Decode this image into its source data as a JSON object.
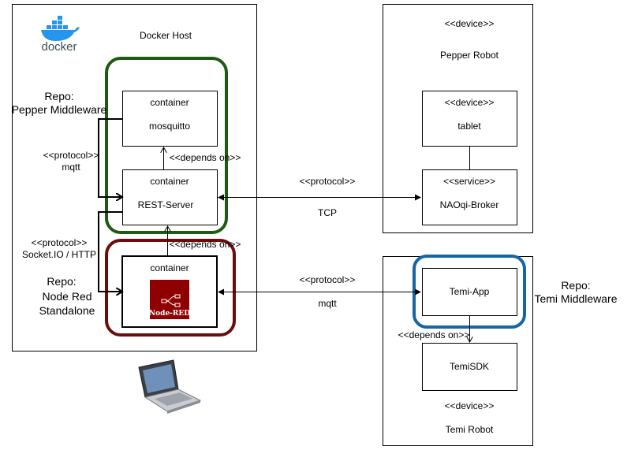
{
  "docker_host": {
    "title": "Docker Host",
    "logo_text": "docker"
  },
  "pepper_middleware": {
    "repo_line1": "Repo:",
    "repo_line2": "Pepper Middleware",
    "mosquitto": {
      "line1": "container",
      "line2": "mosquitto"
    },
    "rest_server": {
      "line1": "container",
      "line2": "REST-Server"
    },
    "depends_on": "<<depends on>>",
    "mqtt_protocol": {
      "line1": "<<protocol>>",
      "line2": "mqtt"
    }
  },
  "node_red": {
    "repo_line1": "Repo:",
    "repo_line2": "Node Red",
    "repo_line3": "Standalone",
    "container_label": "container",
    "logo_text": "Node-RED",
    "depends_on": "<<depends on>>",
    "socket_protocol": {
      "line1": "<<protocol>>",
      "line2": "Socket.IO / HTTP"
    }
  },
  "pepper_robot": {
    "stereotype": "<<device>>",
    "name": "Pepper Robot",
    "tablet": {
      "stereotype": "<<device>>",
      "name": "tablet"
    },
    "naoqi": {
      "stereotype": "<<service>>",
      "name": "NAOqi-Broker"
    }
  },
  "tcp_link": {
    "stereotype": "<<protocol>>",
    "name": "TCP"
  },
  "mqtt_link": {
    "stereotype": "<<protocol>>",
    "name": "mqtt"
  },
  "temi_robot": {
    "stereotype": "<<device>>",
    "name": "Temi Robot",
    "temi_app": "Temi-App",
    "temi_sdk": "TemiSDK",
    "depends_on": "<<depends on>>",
    "repo_line1": "Repo:",
    "repo_line2": "Temi Middleware"
  },
  "colors": {
    "pepper_repo": "#1e5a12",
    "node_red_repo": "#6b0d0d",
    "temi_repo": "#1865a3",
    "node_red_brand": "#8f0000",
    "docker_blue": "#2496ed"
  }
}
